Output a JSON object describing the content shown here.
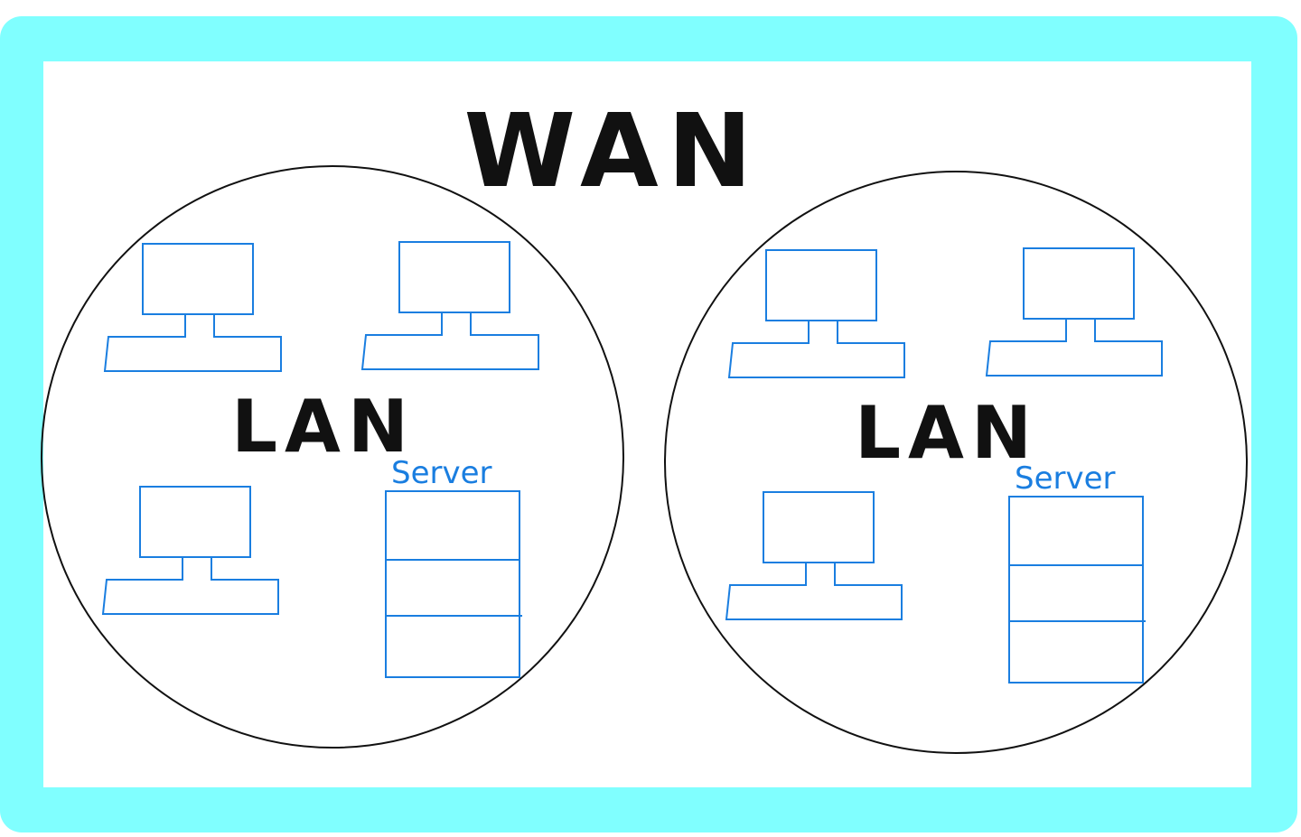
{
  "diagram": {
    "title": "WAN",
    "networks": [
      {
        "label": "LAN",
        "server_label": "Server"
      },
      {
        "label": "LAN",
        "server_label": "Server"
      }
    ]
  },
  "colors": {
    "frame": "#80ffff",
    "canvas": "#ffffff",
    "device_stroke": "#1a7ee0",
    "circle_stroke": "#111111",
    "text_dark": "#111111"
  },
  "icons": {
    "computer": "computer-icon",
    "server": "server-icon"
  }
}
